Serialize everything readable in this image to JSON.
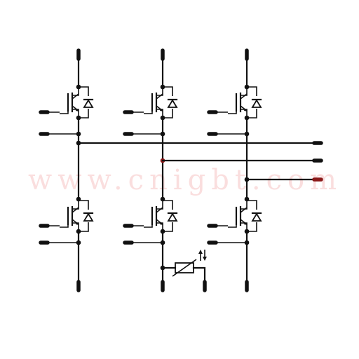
{
  "watermark": {
    "text": "www.cnigbt.com",
    "color": "#e63a3a"
  },
  "colors": {
    "wire": "#111111",
    "red_node": "#8b1a1a",
    "background": "#ffffff"
  },
  "legs": [
    {
      "name": "leg-1",
      "upper_igbt": "igbt-upper",
      "lower_igbt": "igbt-lower"
    },
    {
      "name": "leg-2",
      "upper_igbt": "igbt-upper",
      "lower_igbt": "igbt-lower"
    },
    {
      "name": "leg-3",
      "upper_igbt": "igbt-upper",
      "lower_igbt": "igbt-lower"
    }
  ],
  "thermistor": {
    "icon": "ntc-thermistor-icon"
  }
}
